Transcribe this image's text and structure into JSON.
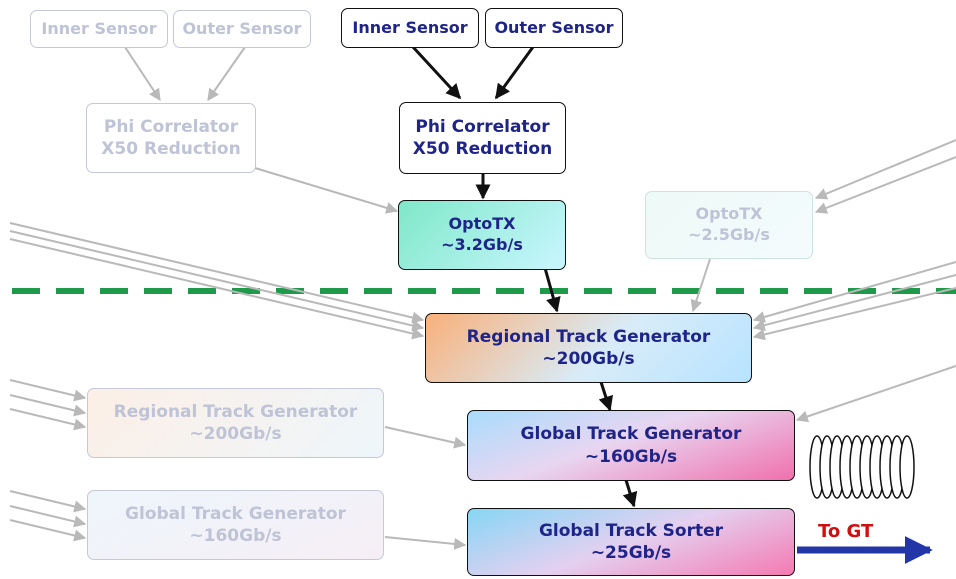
{
  "left_chain": {
    "inner_sensor": "Inner Sensor",
    "outer_sensor": "Outer Sensor",
    "phi_correlator": [
      "Phi Correlator",
      "X50 Reduction"
    ]
  },
  "main_chain": {
    "inner_sensor": "Inner Sensor",
    "outer_sensor": "Outer Sensor",
    "phi_correlator": [
      "Phi Correlator",
      "X50 Reduction"
    ],
    "optotx": [
      "OptoTX",
      "~3.2Gb/s"
    ],
    "regional_track_generator": [
      "Regional Track Generator",
      "~200Gb/s"
    ],
    "global_track_generator": [
      "Global Track Generator",
      "~160Gb/s"
    ],
    "global_track_sorter": [
      "Global Track Sorter",
      "~25Gb/s"
    ]
  },
  "right_faint": {
    "optotx": [
      "OptoTX",
      "~2.5Gb/s"
    ]
  },
  "lower_left_faint": {
    "regional_track_generator": [
      "Regional Track Generator",
      "~200Gb/s"
    ],
    "global_track_generator": [
      "Global Track Generator",
      "~160Gb/s"
    ]
  },
  "output_label": "To GT",
  "colors": {
    "text_dark": "#1f2488",
    "text_faint": "#bfc3d6",
    "dashed_line": "#1f9a4a",
    "output_arrow": "#2336a8",
    "output_label": "#d01010"
  }
}
